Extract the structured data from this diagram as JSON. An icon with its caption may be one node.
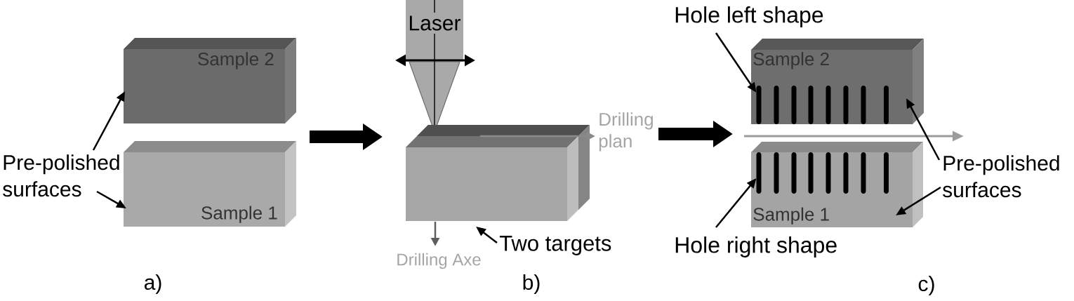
{
  "diagram": {
    "nodes": [
      {
        "text": [
          "Sample 2"
        ]
      },
      {
        "text": [
          "Sample 1"
        ]
      },
      {
        "text": [
          "Pre-polished surfaces"
        ]
      },
      {
        "text": [
          "Laser"
        ]
      },
      {
        "text": [],
        "shape": "box"
      },
      {
        "text": [
          "Two targets"
        ]
      },
      {
        "text": [
          "Hole left shape"
        ]
      },
      {
        "text": [
          "Sample 2"
        ]
      },
      {
        "text": [],
        "shape": "bar",
        "in": 7
      },
      {
        "text": [
          "Sample 1"
        ]
      },
      {
        "text": [],
        "shape": "bar",
        "in": 9
      },
      {
        "text": [
          "Hole right shape"
        ]
      },
      {
        "text": [
          "Pre-polished surfaces"
        ]
      }
    ],
    "edges": [
      {
        "from": 2,
        "to": 0,
        "arrow": "to"
      },
      {
        "from": 2,
        "to": 1,
        "arrow": "to"
      },
      {
        "from": 5,
        "to": 4,
        "arrow": "to"
      },
      {
        "from": 6,
        "to": 8,
        "arrow": "to"
      },
      {
        "from": 11,
        "to": 10,
        "arrow": "to"
      },
      {
        "from": 12,
        "to": 7,
        "arrow": "to"
      },
      {
        "from": 12,
        "to": 9,
        "arrow": "to"
      }
    ],
    "labels": [
      "Drilling plan",
      "Drilling Axe",
      "a)",
      "b)",
      "c)"
    ]
  }
}
